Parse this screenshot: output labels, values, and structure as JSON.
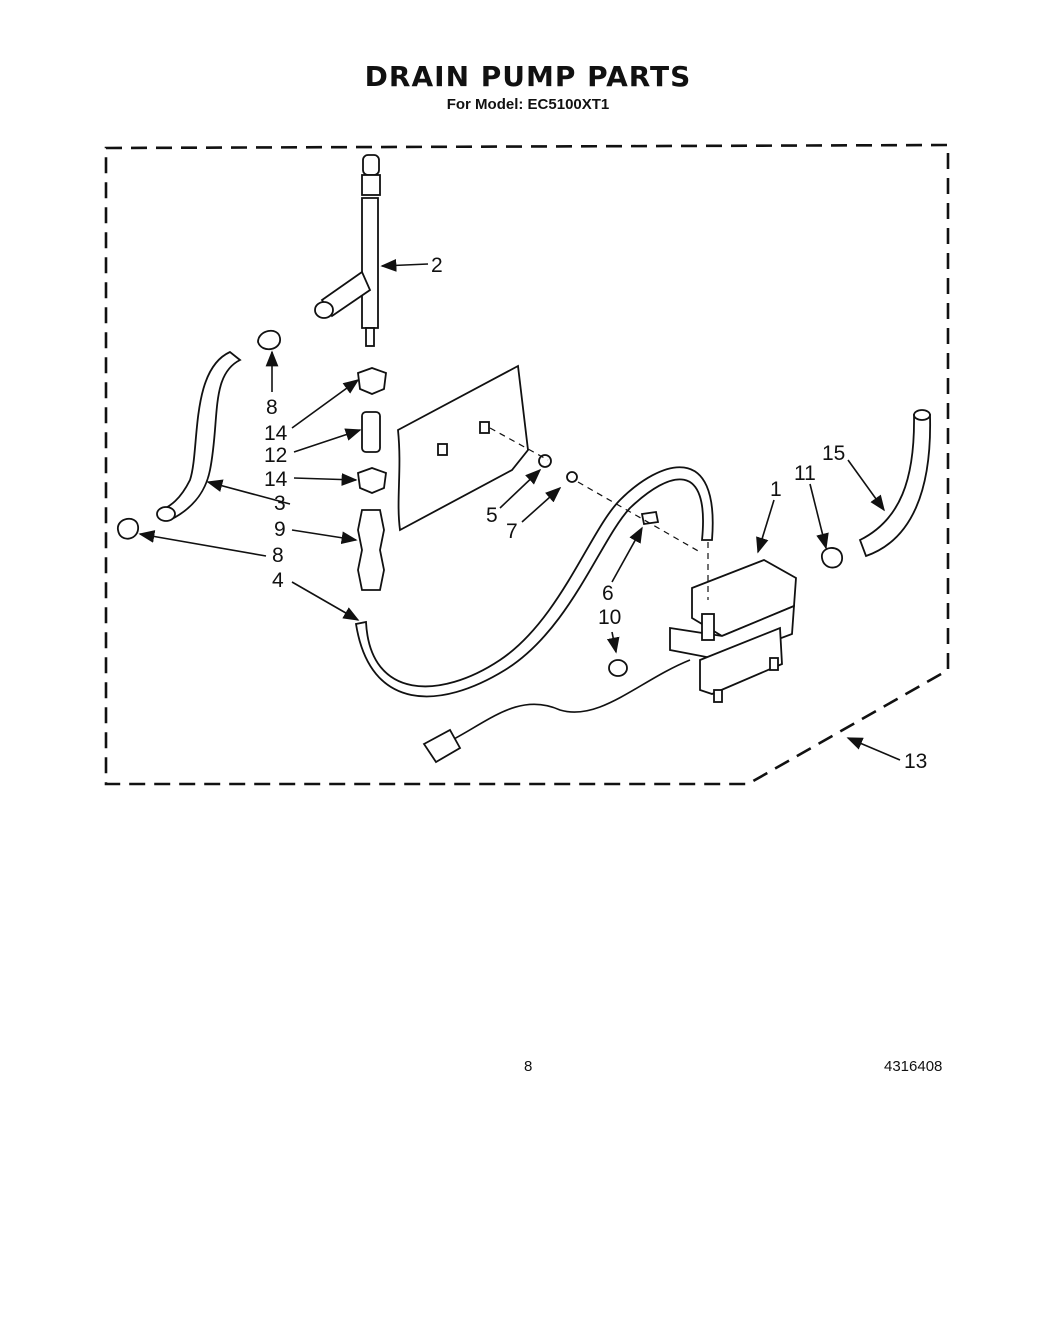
{
  "page": {
    "title": "DRAIN PUMP PARTS",
    "subtitle": "For Model: EC5100XT1",
    "page_number": "8",
    "document_number": "4316408"
  },
  "diagram": {
    "callouts": [
      "1",
      "2",
      "3",
      "4",
      "5",
      "6",
      "7",
      "8",
      "8",
      "9",
      "10",
      "11",
      "12",
      "13",
      "14",
      "14",
      "15"
    ]
  }
}
